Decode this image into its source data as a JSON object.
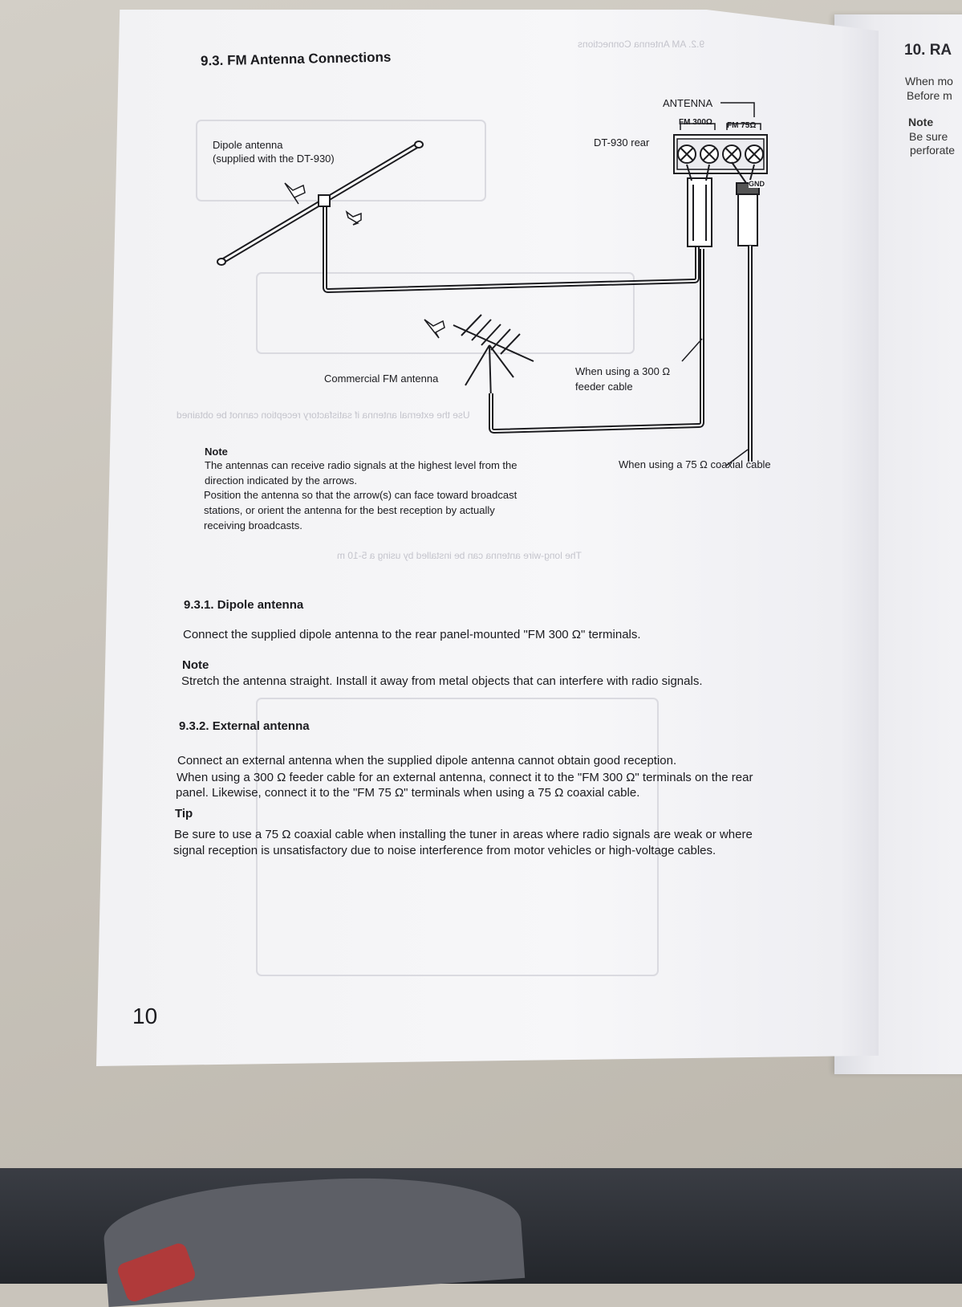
{
  "page": {
    "section_title": "9.3. FM Antenna Connections",
    "page_number": "10"
  },
  "diagram": {
    "dipole_label_line1": "Dipole antenna",
    "dipole_label_line2": "(supplied with the DT-930)",
    "rear_label": "DT-930 rear",
    "antenna_header": "ANTENNA",
    "fm300_label": "FM 300Ω",
    "fm75_label": "FM 75Ω",
    "gnd_label": "GND",
    "commercial_label": "Commercial FM antenna",
    "feeder_label_line1": "When using a 300 Ω",
    "feeder_label_line2": "feeder cable",
    "coax_label": "When using a 75 Ω coaxial cable"
  },
  "diagram_note": {
    "heading": "Note",
    "line1": "The antennas can receive radio signals at the highest level from the",
    "line2": "direction indicated by the arrows.",
    "line3": "Position the antenna so that the arrow(s) can face toward broadcast",
    "line4": "stations, or orient the antenna for the best reception by actually",
    "line5": "receiving broadcasts."
  },
  "dipole_section": {
    "title": "9.3.1. Dipole antenna",
    "text": "Connect the supplied dipole antenna to the rear panel-mounted \"FM 300 Ω\" terminals.",
    "note_heading": "Note",
    "note_text": "Stretch the antenna straight. Install it away from metal objects that can interfere with radio signals."
  },
  "external_section": {
    "title": "9.3.2. External antenna",
    "line1": "Connect an external antenna when the supplied dipole antenna cannot obtain good reception.",
    "line2": "When using a 300 Ω feeder cable for an external antenna, connect it to the \"FM 300 Ω\" terminals on the rear",
    "line3": "panel. Likewise, connect it to the \"FM 75 Ω\" terminals when using a 75 Ω coaxial cable.",
    "tip_heading": "Tip",
    "tip_line1": "Be sure to use a 75 Ω coaxial cable when installing the tuner in areas where radio signals are weak or where",
    "tip_line2": "signal reception is unsatisfactory due to noise interference from motor vehicles or high-voltage cables."
  },
  "next_page": {
    "title": "10. RA",
    "line1": "When mo",
    "line2": "Before m",
    "note_heading": "Note",
    "note_line1": "Be sure",
    "note_line2": "perforate"
  }
}
